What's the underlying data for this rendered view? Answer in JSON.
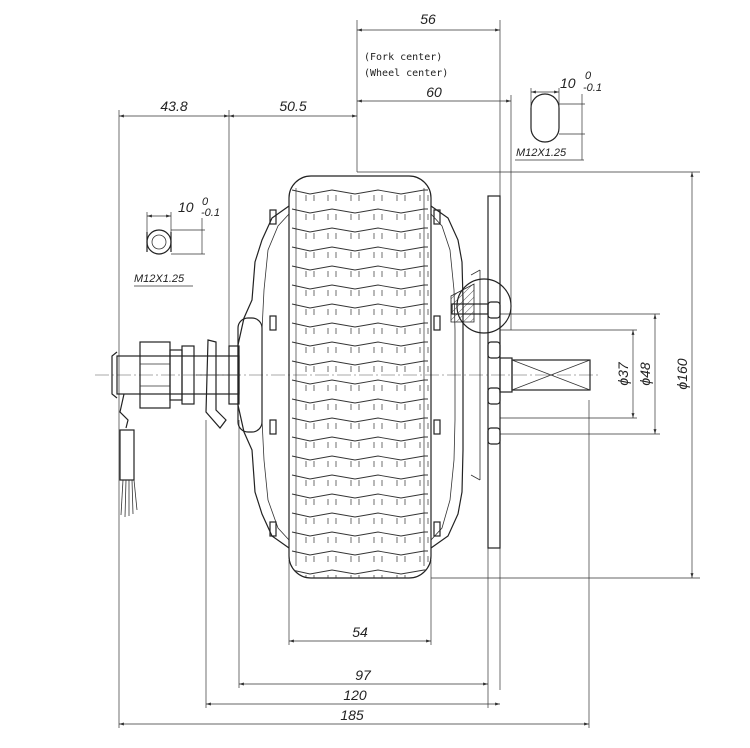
{
  "dimensions": {
    "d56": "56",
    "d60": "60",
    "d43_8": "43.8",
    "d50_5": "50.5",
    "d54": "54",
    "d97": "97",
    "d120": "120",
    "d185": "185",
    "dia37": "ϕ37",
    "dia48": "ϕ48",
    "dia160": "ϕ160"
  },
  "notes": {
    "fork_center": "(Fork center)",
    "wheel_center": "(Wheel center)"
  },
  "left_detail": {
    "width": "10",
    "tol_upper": "0",
    "tol_lower": "-0.1",
    "thread": "M12X1.25"
  },
  "right_detail": {
    "width": "10",
    "tol_upper": "0",
    "tol_lower": "-0.1",
    "thread": "M12X1.25"
  }
}
